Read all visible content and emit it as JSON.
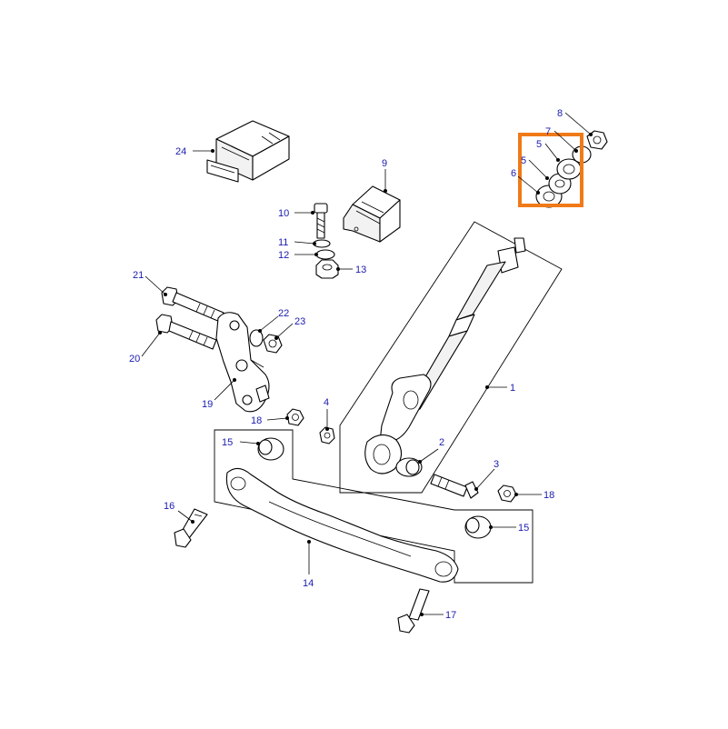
{
  "labels": {
    "l1": "1",
    "l2": "2",
    "l3": "3",
    "l4": "4",
    "l5a": "5",
    "l5b": "5",
    "l6": "6",
    "l7": "7",
    "l8": "8",
    "l9": "9",
    "l10": "10",
    "l11": "11",
    "l12": "12",
    "l13": "13",
    "l14": "14",
    "l15a": "15",
    "l15b": "15",
    "l16": "16",
    "l17": "17",
    "l18a": "18",
    "l18b": "18",
    "l19": "19",
    "l20": "20",
    "l21": "21",
    "l22": "22",
    "l23": "23",
    "l24": "24"
  },
  "colors": {
    "label_text": "#1a1ab0",
    "line_art": "#000000",
    "highlight_box": "#f07a18",
    "background": "#ffffff"
  }
}
